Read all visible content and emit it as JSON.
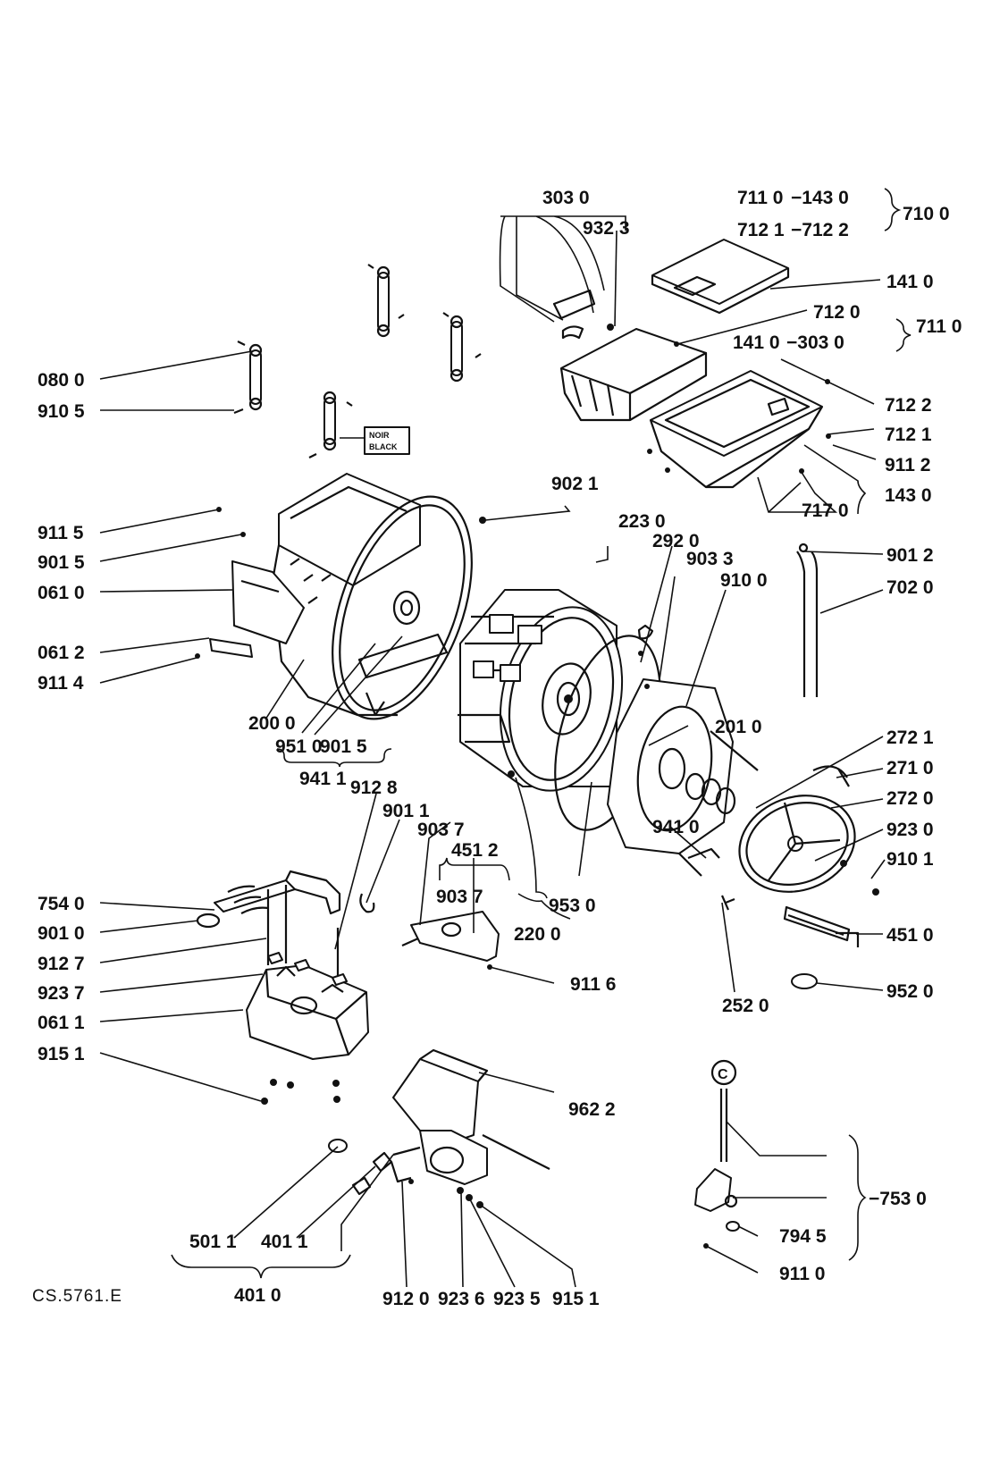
{
  "colors": {
    "ink": "#111111",
    "paper": "#ffffff"
  },
  "reference": "CS.5761.E",
  "tag": {
    "line1": "NOIR",
    "line2": "BLACK"
  },
  "labels": {
    "l_3030": "303 0",
    "l_9323": "932 3",
    "l_7110a": "711 0",
    "l_1430a": "−143 0",
    "l_7121a": "712 1",
    "l_7122a": "−712 2",
    "l_7100": "710 0",
    "l_1410a": "141 0",
    "l_7120": "712 0",
    "l_7110b": "711 0",
    "l_1410b": "141 0",
    "l_3030b": "−303 0",
    "l_7122b": "712 2",
    "l_7121b": "712 1",
    "l_9112": "911 2",
    "l_1430b": "143 0",
    "l_7170": "717 0",
    "l_0800": "080 0",
    "l_9105": "910 5",
    "l_9021": "902 1",
    "l_2230": "223 0",
    "l_2920": "292 0",
    "l_9033": "903 3",
    "l_9012": "901 2",
    "l_9100": "910 0",
    "l_7020": "702 0",
    "l_9115": "911 5",
    "l_9015": "901 5",
    "l_0610": "061 0",
    "l_0612": "061 2",
    "l_9114": "911 4",
    "l_2000": "200 0",
    "l_9510": "951 0",
    "l_9015b": "901 5",
    "l_9411": "941 1",
    "l_2010": "201 0",
    "l_2721": "272 1",
    "l_2710": "271 0",
    "l_2720": "272 0",
    "l_9410": "941 0",
    "l_9230": "923 0",
    "l_9101": "910 1",
    "l_9128": "912 8",
    "l_9011": "901 1",
    "l_9037a": "903 7",
    "l_4512": "451 2",
    "l_9037b": "903 7",
    "l_9530": "953 0",
    "l_2200": "220 0",
    "l_7540": "754 0",
    "l_9010": "901 0",
    "l_9127": "912 7",
    "l_9237": "923 7",
    "l_0611": "061 1",
    "l_9151": "915 1",
    "l_9116": "911 6",
    "l_2520": "252 0",
    "l_4510": "451 0",
    "l_9520": "952 0",
    "l_c": "C",
    "l_9622": "962 2",
    "l_7530": "−753 0",
    "l_7945": "794 5",
    "l_9110": "911 0",
    "l_5011": "501 1",
    "l_4011": "401 1",
    "l_4010": "401 0",
    "l_9120": "912 0",
    "l_9236": "923 6",
    "l_9235": "923 5",
    "l_9151b": "915 1"
  }
}
